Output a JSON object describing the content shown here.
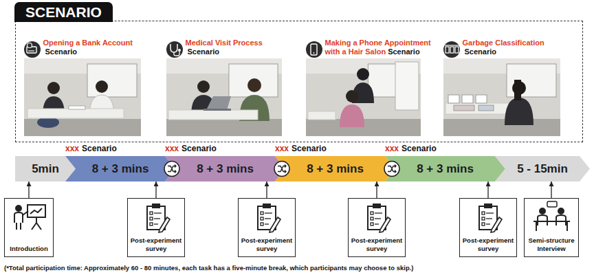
{
  "diagram": {
    "caption": "(*Total participation time: Approximately 60 - 80 minutes, each task has a five-minute break, which participants may choose to skip.)",
    "nodes": [
      {
        "text": [
          "SCENARIO"
        ]
      },
      {
        "text": [
          "Opening a Bank Account",
          "Scenario"
        ],
        "in": 0
      },
      {
        "text": [
          "Medical Visit Process",
          "Scenario"
        ],
        "in": 0
      },
      {
        "text": [
          "Making a Phone Appointment with a Hair Salon",
          "Scenario"
        ],
        "in": 0
      },
      {
        "text": [
          "Garbage Classification",
          "Scenario"
        ],
        "in": 0
      },
      {
        "text": [
          "5min"
        ]
      },
      {
        "text": [
          "xxx",
          "Scenario",
          "8 + 3 mins"
        ]
      },
      {
        "text": [
          "xxx",
          "Scenario",
          "8 + 3 mins"
        ]
      },
      {
        "text": [
          "xxx",
          "Scenario",
          "8 + 3 mins"
        ]
      },
      {
        "text": [
          "xxx",
          "Scenario",
          "8 + 3 mins"
        ]
      },
      {
        "text": [
          "5 - 15min"
        ]
      },
      {
        "text": [
          "Introduction"
        ]
      },
      {
        "text": [
          "Post-experiment survey"
        ]
      },
      {
        "text": [
          "Post-experiment survey"
        ]
      },
      {
        "text": [
          "Post-experiment survey"
        ]
      },
      {
        "text": [
          "Post-experiment survey"
        ]
      },
      {
        "text": [
          "Semi-structure Interview"
        ]
      }
    ],
    "edges": [
      {
        "from": 11,
        "to": 5,
        "arrow": "to"
      },
      {
        "from": 12,
        "to": 6,
        "arrow": "to"
      },
      {
        "from": 13,
        "to": 7,
        "arrow": "to"
      },
      {
        "from": 14,
        "to": 8,
        "arrow": "to"
      },
      {
        "from": 15,
        "to": 9,
        "arrow": "to"
      },
      {
        "from": 16,
        "to": 10,
        "arrow": "to"
      }
    ]
  }
}
